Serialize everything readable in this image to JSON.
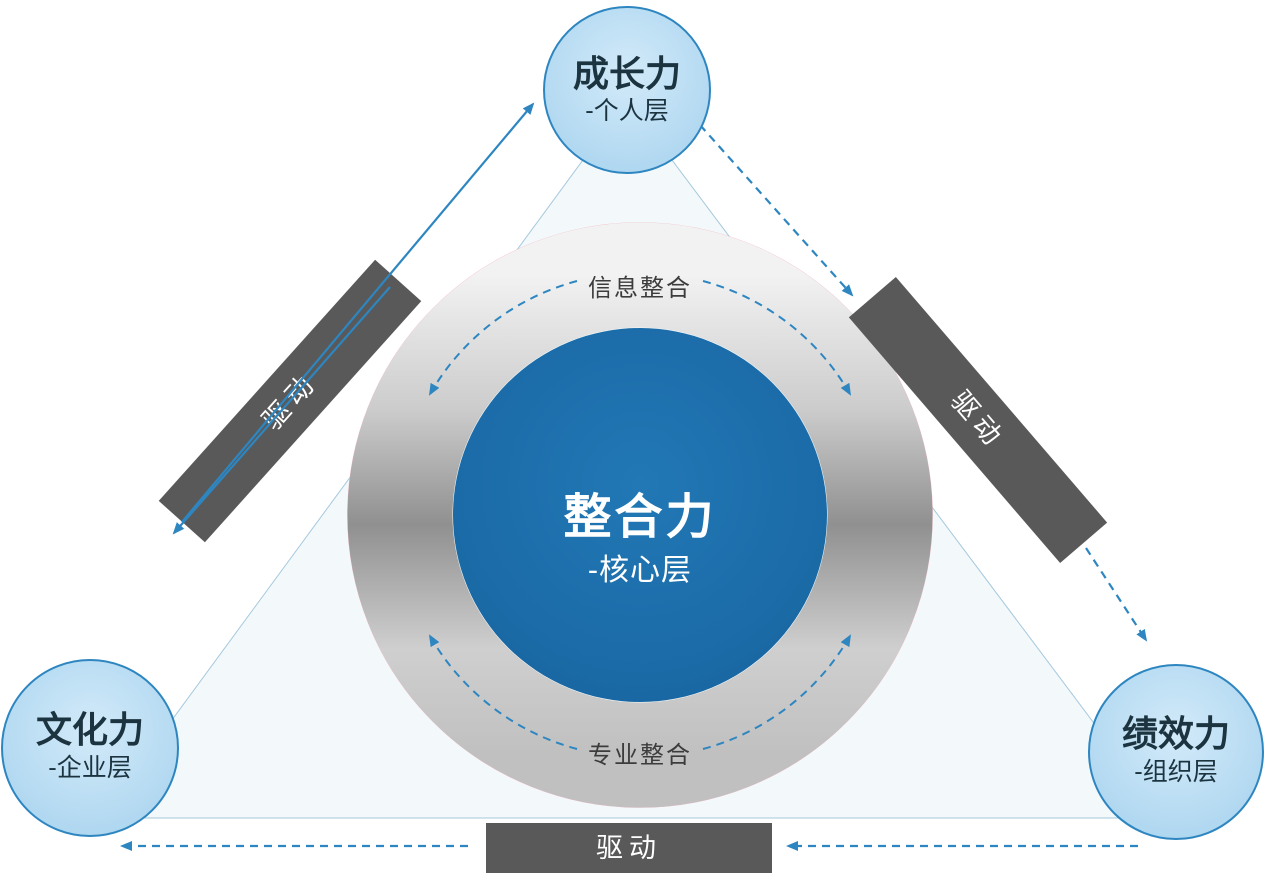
{
  "nodes": {
    "top": {
      "title": "成长力",
      "subtitle": "-个人层"
    },
    "left": {
      "title": "文化力",
      "subtitle": "-企业层"
    },
    "right": {
      "title": "绩效力",
      "subtitle": "-组织层"
    },
    "center": {
      "title": "整合力",
      "subtitle": "-核心层"
    }
  },
  "ring": {
    "top_label": "信息整合",
    "bottom_label": "专业整合"
  },
  "drivers": {
    "left": "驱动",
    "right": "驱动",
    "bottom": "驱动"
  },
  "colors": {
    "accent_blue": "#2e86c1",
    "node_fill": "#aed6f1",
    "center_blue": "#1b6ca8",
    "bar_gray": "#595959",
    "ring_silver": "#b7b7b7",
    "triangle_fill": "#f3f9fa",
    "pink_edge": "#f2a7b8",
    "text_dark": "#1c3340"
  }
}
